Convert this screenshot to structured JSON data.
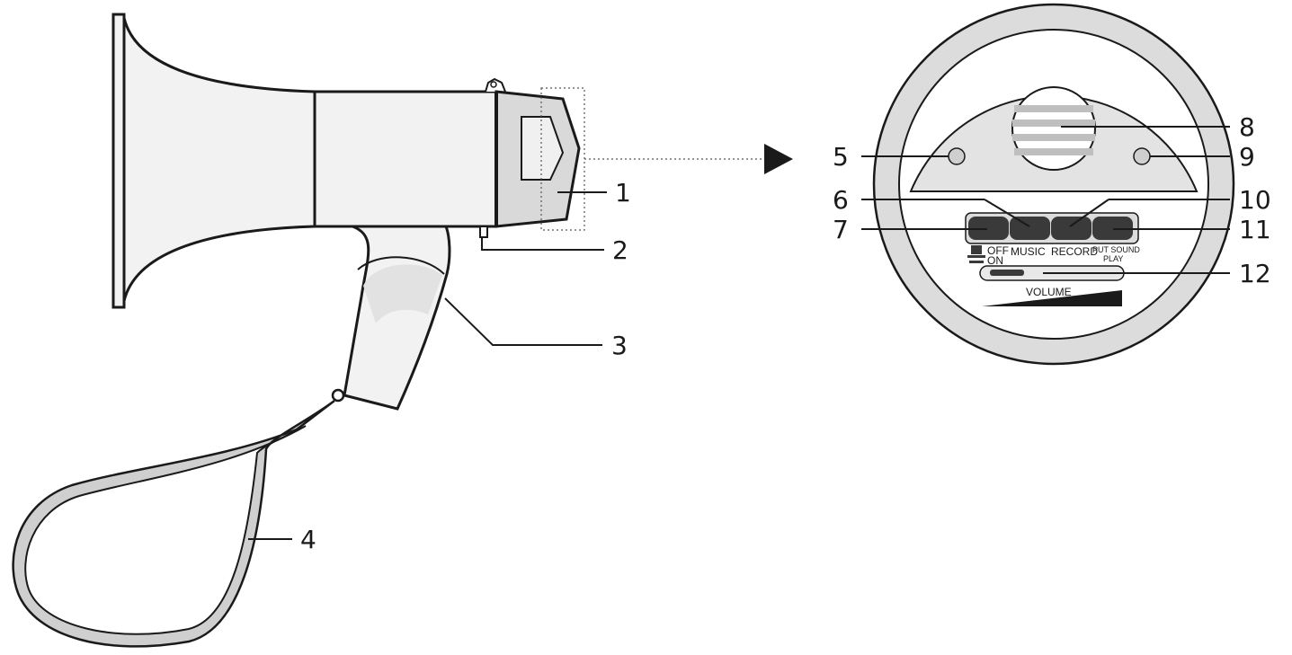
{
  "diagram": {
    "colors": {
      "outline": "#1a1a1a",
      "body_fill": "#f2f2f2",
      "shade_fill": "#d9d9d9",
      "button_fill": "#3a3a3a",
      "strap_fill": "#cfcfcf",
      "ring_fill": "#dcdcdc"
    },
    "callouts": [
      {
        "number": "1"
      },
      {
        "number": "2"
      },
      {
        "number": "3"
      },
      {
        "number": "4"
      },
      {
        "number": "5"
      },
      {
        "number": "6"
      },
      {
        "number": "7"
      },
      {
        "number": "8"
      },
      {
        "number": "9"
      },
      {
        "number": "10"
      },
      {
        "number": "11"
      },
      {
        "number": "12"
      }
    ],
    "panel_labels": {
      "off": "OFF",
      "on": "ON",
      "music": "MUSIC",
      "record": "RECORD",
      "put_sound": "PUT SOUND",
      "play": "PLAY",
      "volume": "VOLUME"
    }
  }
}
